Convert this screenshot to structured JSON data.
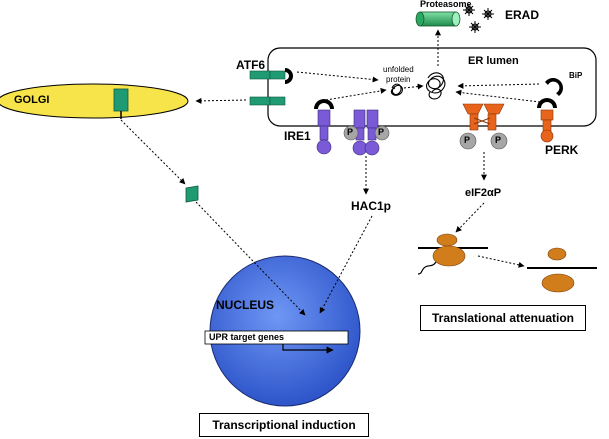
{
  "labels": {
    "proteasome": "Proteasome",
    "erad": "ERAD",
    "er_lumen": "ER lumen",
    "atf6": "ATF6",
    "unfolded_protein_line1": "unfolded",
    "unfolded_protein_line2": "protein",
    "bip": "BiP",
    "golgi": "GOLGI",
    "ire1": "IRE1",
    "perk": "PERK",
    "phospho": "P",
    "eif2ap": "eIF2αP",
    "hac1p": "HAC1p",
    "nucleus": "NUCLEUS",
    "upr_target_genes": "UPR target genes"
  },
  "boxes": {
    "translational_attenuation": "Translational attenuation",
    "transcriptional_induction": "Transcriptional induction"
  },
  "colors": {
    "golgi_fill": "#f7e44a",
    "nucleus_fill": "#3f6fe0",
    "atf6_green": "#1f9a72",
    "ire1_purple": "#7a5ad6",
    "perk_orange": "#e8641c",
    "ribosome_orange": "#d27d1c",
    "phospho_gray": "#a6a6a6",
    "proteasome_green": "#2aa860"
  }
}
